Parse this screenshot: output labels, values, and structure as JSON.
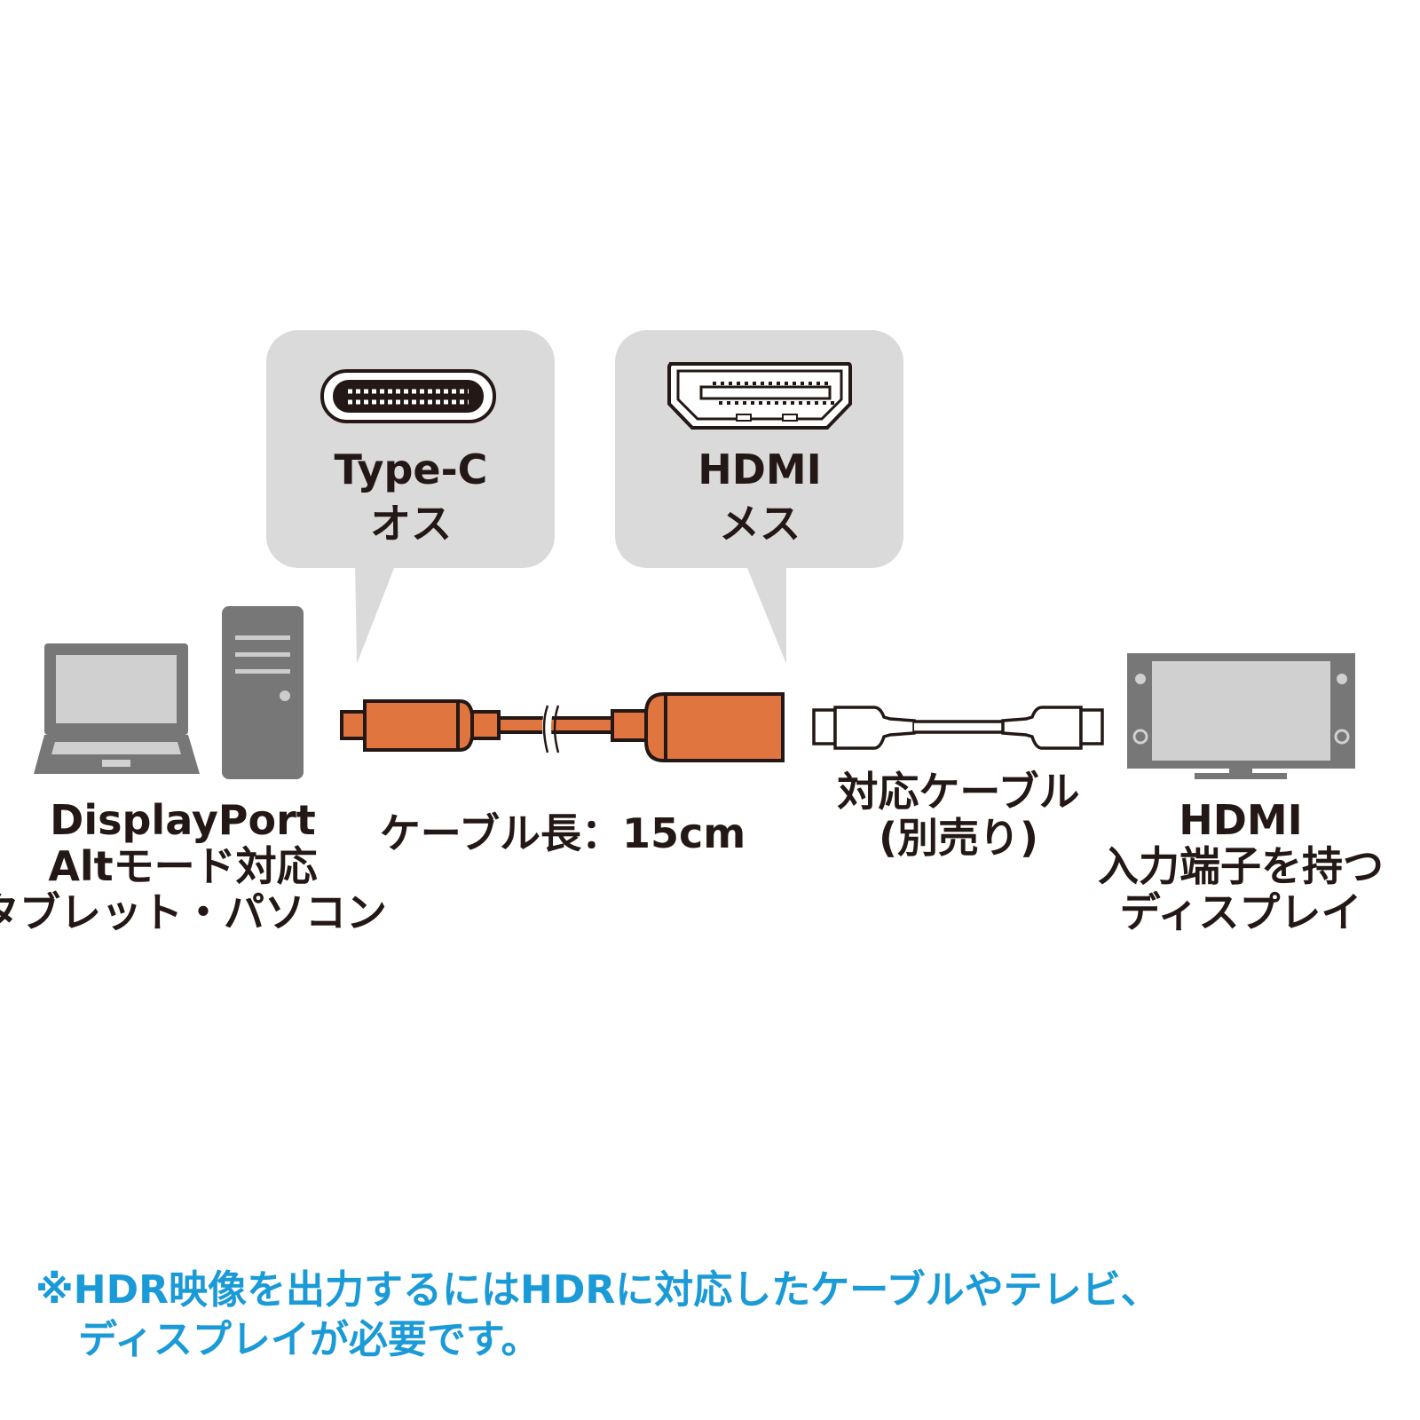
{
  "bubbles": {
    "typec": {
      "line1": "Type-C",
      "line2": "オス"
    },
    "hdmi": {
      "line1": "HDMI",
      "line2": "メス"
    }
  },
  "source": {
    "line1": "DisplayPort",
    "line2": "Altモード対応",
    "line3": "タブレット・パソコン"
  },
  "cable_length": "ケーブル長：15cm",
  "compatible_cable": {
    "line1": "対応ケーブル",
    "line2": "(別売り)"
  },
  "display": {
    "line1": "HDMI",
    "line2": "入力端子を持つ",
    "line3": "ディスプレイ"
  },
  "note": {
    "line1": "※HDR映像を出力するにはHDRに対応したケーブルやテレビ、",
    "line2": "ディスプレイが必要です。"
  },
  "colors": {
    "cable": "#e07540",
    "bubble": "#dadada",
    "device": "#777777",
    "note": "#1a9ad6"
  }
}
